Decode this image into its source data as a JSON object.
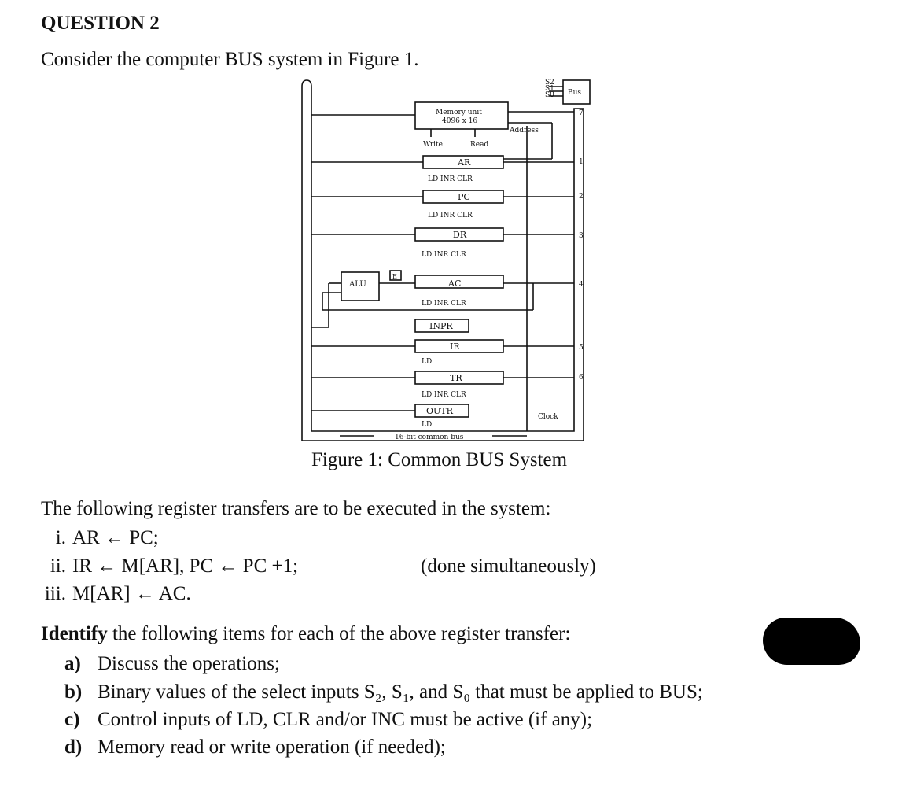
{
  "heading": "QUESTION 2",
  "intro": "Consider the computer BUS system in Figure 1.",
  "figure": {
    "caption": "Figure 1: Common BUS System",
    "select_labels": [
      "S2",
      "S1",
      "S0"
    ],
    "bus_label": "Bus",
    "memory_title": "Memory unit",
    "memory_size": "4096 x 16",
    "address_label": "Address",
    "write_label": "Write",
    "read_label": "Read",
    "alu_label": "ALU",
    "e_label": "E",
    "clock_label": "Clock",
    "common_bus_label": "16-bit common bus",
    "registers": [
      {
        "name": "AR",
        "controls": "LD  INR  CLR",
        "bus_no": "1"
      },
      {
        "name": "PC",
        "controls": "LD  INR  CLR",
        "bus_no": "2"
      },
      {
        "name": "DR",
        "controls": "LD  INR  CLR",
        "bus_no": "3"
      },
      {
        "name": "AC",
        "controls": "LD  INR  CLR",
        "bus_no": "4"
      },
      {
        "name": "INPR",
        "controls": "",
        "bus_no": ""
      },
      {
        "name": "IR",
        "controls": "LD",
        "bus_no": "5"
      },
      {
        "name": "TR",
        "controls": "LD  INR  CLR",
        "bus_no": "6"
      },
      {
        "name": "OUTR",
        "controls": "LD",
        "bus_no": ""
      }
    ],
    "memory_bus_no": "7"
  },
  "transfers_intro": "The following register transfers are to be executed in the system:",
  "transfers": [
    {
      "num": "i.",
      "text": "AR ← PC;"
    },
    {
      "num": "ii.",
      "text": "IR ←  M[AR], PC ←  PC +1;"
    },
    {
      "num": "iii.",
      "text": "M[AR] ←  AC."
    }
  ],
  "transfer_note": "(done simultaneously)",
  "identify_bold": "Identify",
  "identify_rest": " the following items for each of the above register transfer:",
  "items": [
    {
      "label": "a)",
      "text": "Discuss the operations;"
    },
    {
      "label": "b)",
      "text": "Binary values of the select inputs S₂, S₁, and S₀ that must be applied to BUS;"
    },
    {
      "label": "c)",
      "text": "Control inputs of LD, CLR and/or INC must be active (if any);"
    },
    {
      "label": "d)",
      "text": "Memory read or write operation (if needed);"
    }
  ]
}
